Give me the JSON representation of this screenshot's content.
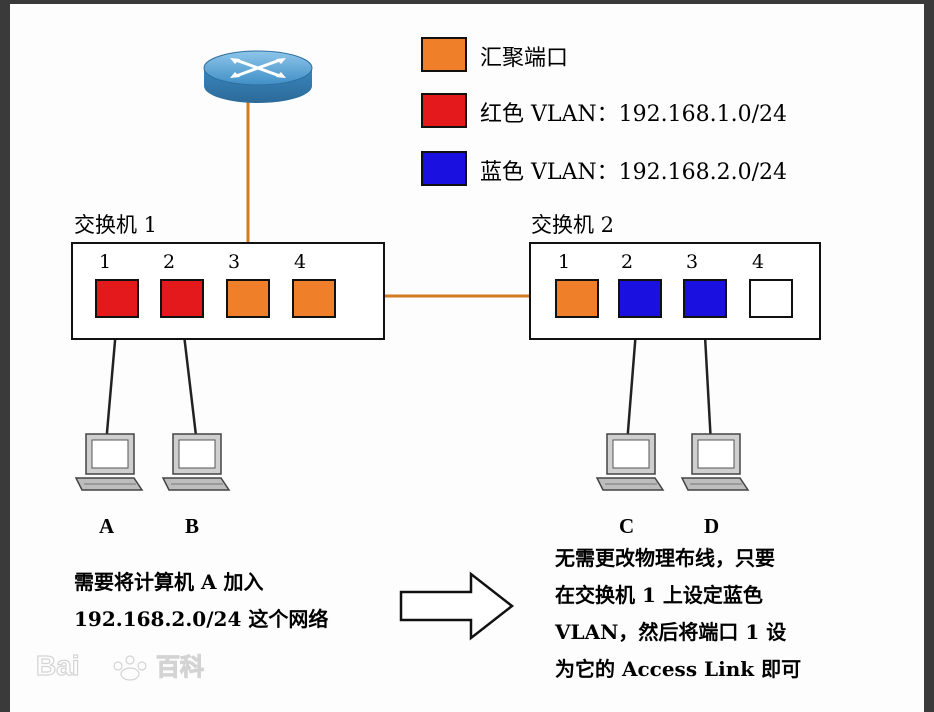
{
  "legend": [
    {
      "label": "汇聚端口",
      "color": "#f07f2a"
    },
    {
      "label": "红色 VLAN：192.168.1.0/24",
      "color": "#e4191c"
    },
    {
      "label": "蓝色 VLAN：192.168.2.0/24",
      "color": "#1a10e0"
    }
  ],
  "colors": {
    "trunk": "#f07f2a",
    "red": "#e4191c",
    "blue": "#1a10e0",
    "empty": "#ffffff",
    "link_orange": "#d57a22",
    "router": "#4a9bd0"
  },
  "router": {
    "icon": "router-icon"
  },
  "switches": [
    {
      "title": "交换机 1",
      "ports": [
        {
          "num": "1",
          "type": "red"
        },
        {
          "num": "2",
          "type": "red"
        },
        {
          "num": "3",
          "type": "trunk"
        },
        {
          "num": "4",
          "type": "trunk"
        }
      ]
    },
    {
      "title": "交换机 2",
      "ports": [
        {
          "num": "1",
          "type": "trunk"
        },
        {
          "num": "2",
          "type": "blue"
        },
        {
          "num": "3",
          "type": "blue"
        },
        {
          "num": "4",
          "type": "empty"
        }
      ]
    }
  ],
  "computers": [
    "A",
    "B",
    "C",
    "D"
  ],
  "notes": {
    "left": [
      "需要将计算机 A 加入",
      "192.168.2.0/24 这个网络"
    ],
    "right": [
      "无需更改物理布线，只要",
      "在交换机 1 上设定蓝色",
      "VLAN，然后将端口 1 设",
      "为它的 Access Link 即可"
    ]
  },
  "arrow_icon": "right-arrow-icon",
  "watermark": "Bai百科"
}
